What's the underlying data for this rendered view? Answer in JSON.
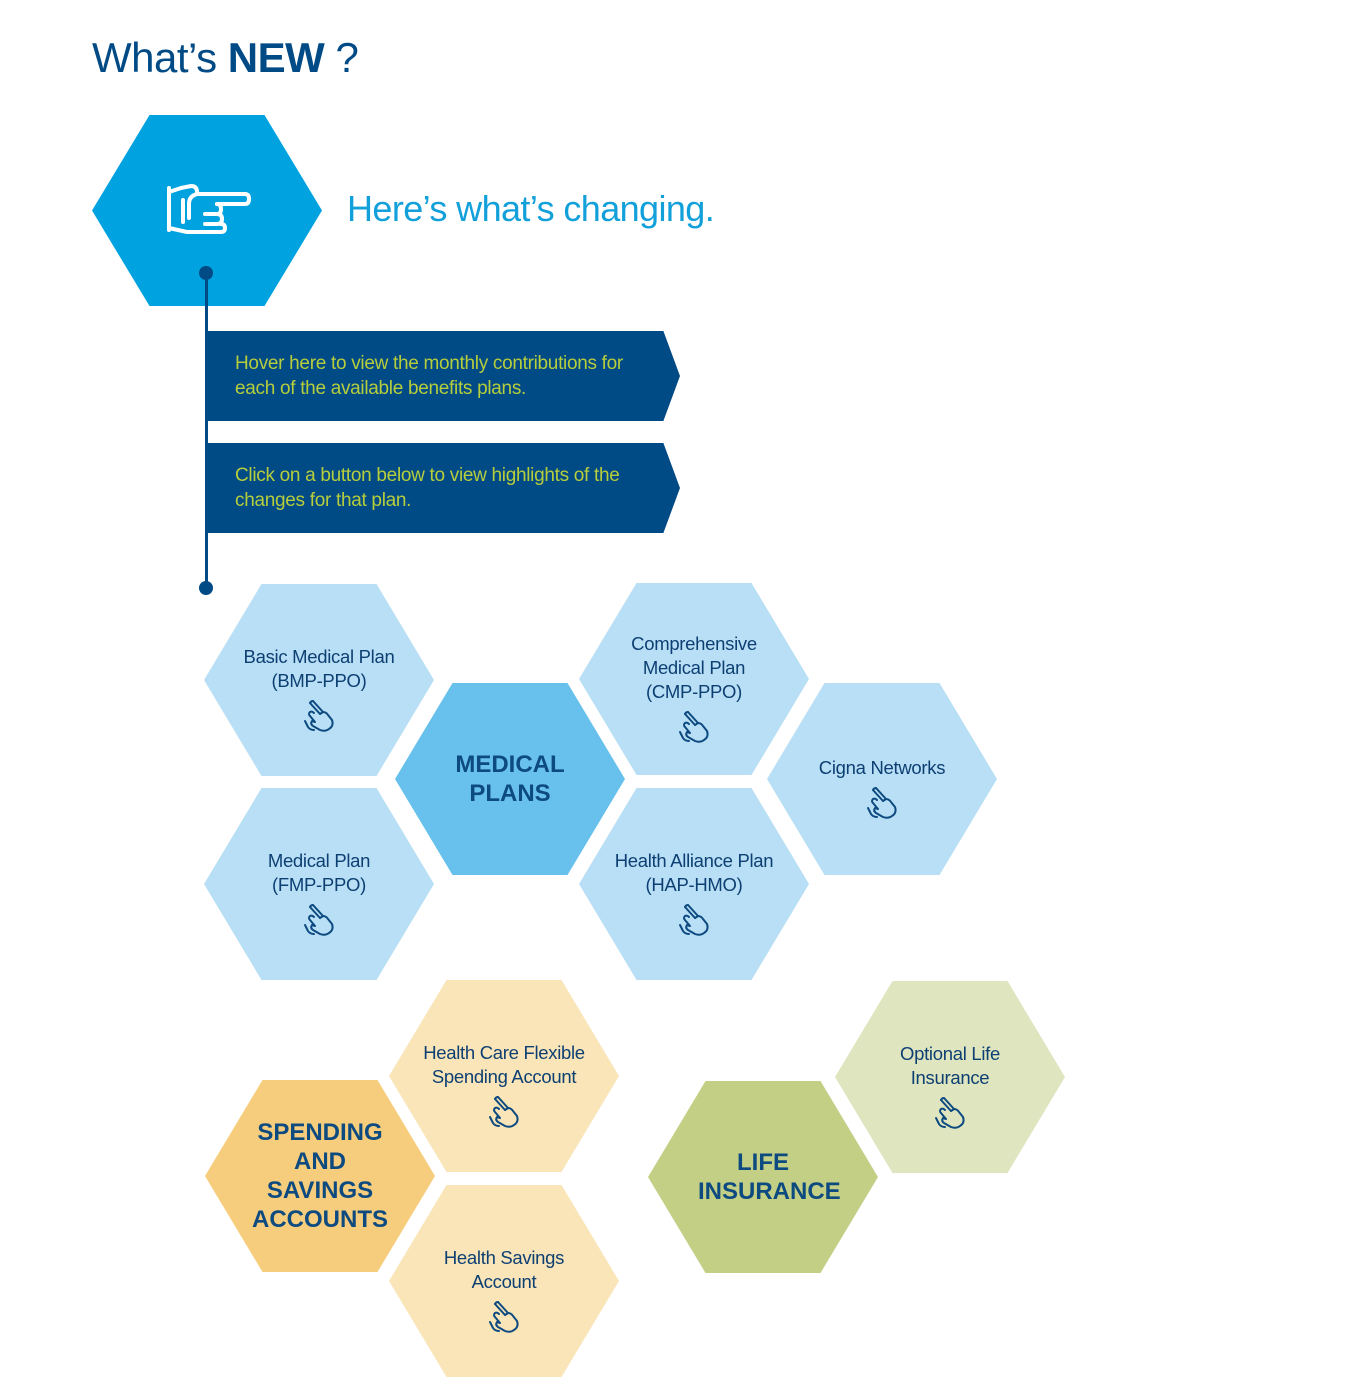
{
  "header": {
    "title_prefix": "What’s ",
    "title_bold": "NEW",
    "title_suffix": " ?"
  },
  "intro": {
    "icon": "pointing-hand-icon",
    "headline": "Here’s what’s changing.",
    "instructions": [
      "Hover here to view the monthly contributions for each of the available benefits plans.",
      "Click on a button below to view highlights of the changes for that plan."
    ]
  },
  "colors": {
    "navy": "#004a85",
    "bright_blue": "#00a3e0",
    "lime_text": "#b6cd3c",
    "blue_light": "#b8dff5",
    "blue_mid": "#68c1ec",
    "yellow_light": "#f9e5b7",
    "yellow_dark": "#f5cd7c",
    "green_light": "#dfe6bf",
    "green_dark": "#c4cf86"
  },
  "medical": {
    "heading": "MEDICAL PLANS",
    "buttons": [
      {
        "label": "Basic Medical Plan (BMP-PPO)",
        "icon": "tap-finger-icon"
      },
      {
        "label": "Medical Plan (FMP-PPO)",
        "icon": "tap-finger-icon"
      },
      {
        "label": "Comprehensive Medical Plan (CMP-PPO)",
        "icon": "tap-finger-icon"
      },
      {
        "label": "Health Alliance Plan (HAP-HMO)",
        "icon": "tap-finger-icon"
      },
      {
        "label": "Cigna Networks",
        "icon": "tap-finger-icon"
      }
    ]
  },
  "spending": {
    "heading": "SPENDING AND SAVINGS ACCOUNTS",
    "buttons": [
      {
        "label": "Health Care Flexible Spending Account",
        "icon": "tap-finger-icon"
      },
      {
        "label": "Health Savings Account",
        "icon": "tap-finger-icon"
      }
    ]
  },
  "life": {
    "heading": "LIFE INSURANCE",
    "buttons": [
      {
        "label": "Optional Life Insurance",
        "icon": "tap-finger-icon"
      }
    ]
  }
}
